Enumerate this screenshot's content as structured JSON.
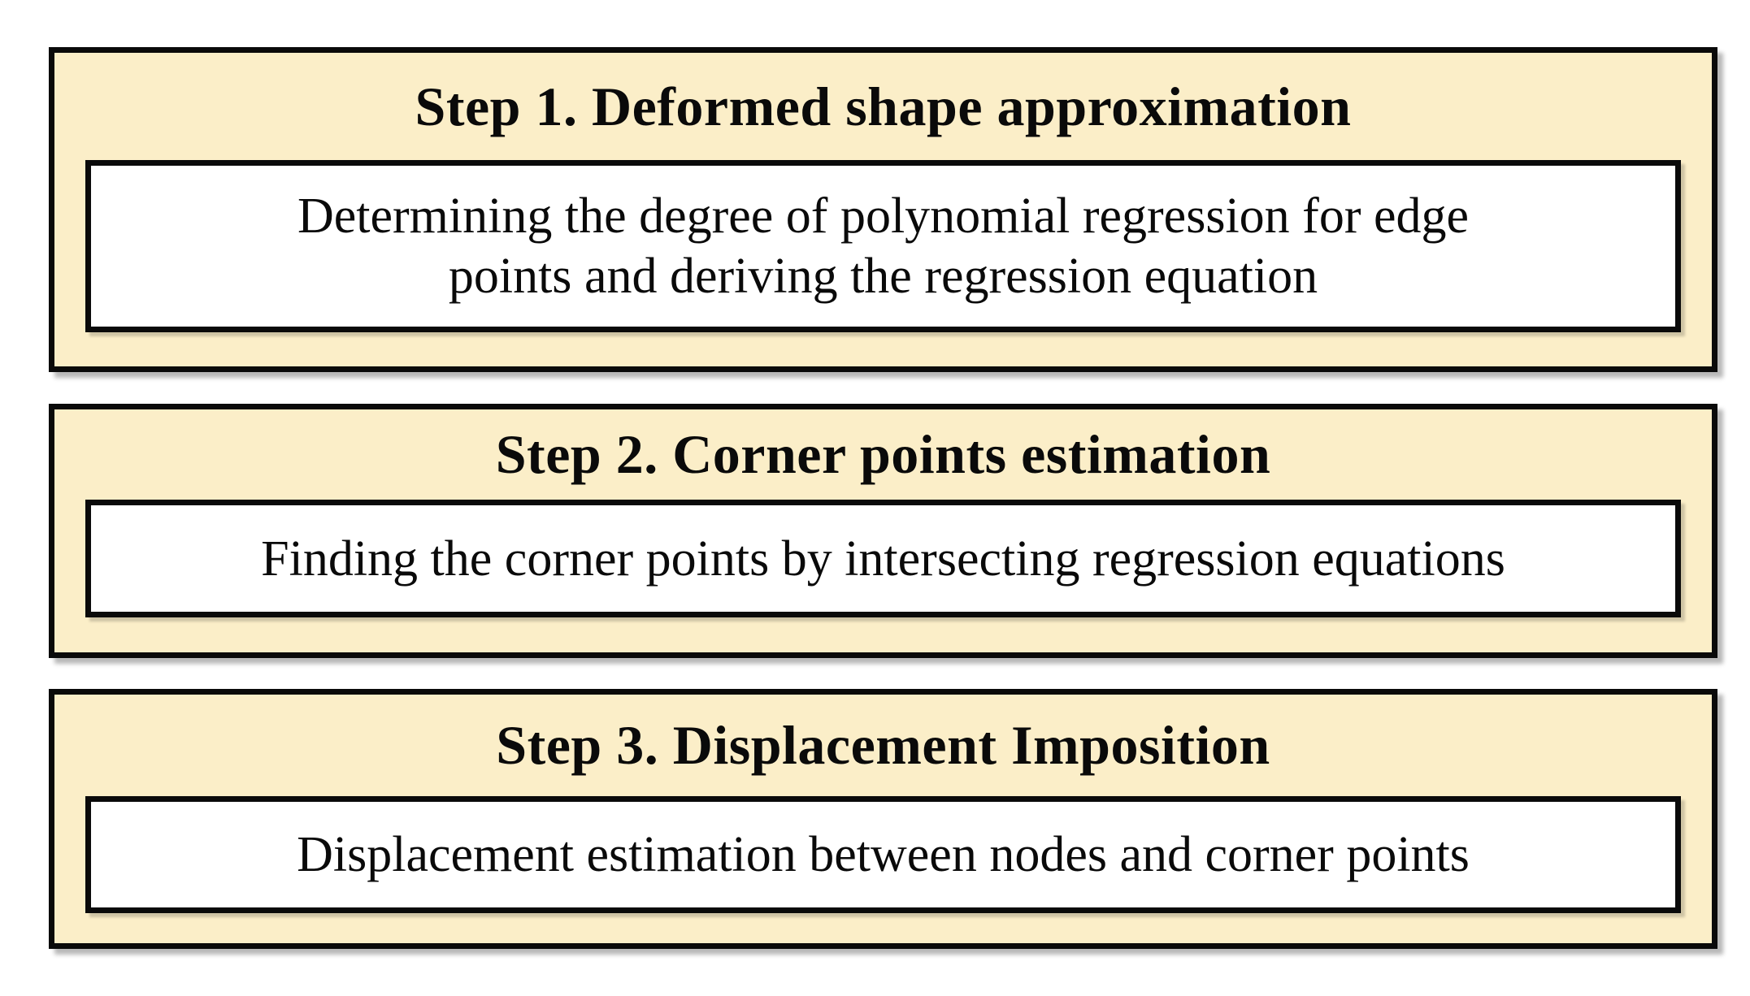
{
  "diagram": {
    "background_color": "#ffffff",
    "box_fill_color": "#fbeec8",
    "box_border_color": "#0a0a0a",
    "inner_box_fill_color": "#ffffff",
    "text_color": "#0a0a0a",
    "steps": [
      {
        "title": "Step 1. Deformed shape approximation",
        "description": "Determining the degree of polynomial regression for edge\npoints and deriving the regression equation"
      },
      {
        "title": "Step 2. Corner points estimation",
        "description": "Finding the corner points by intersecting regression equations"
      },
      {
        "title": "Step 3. Displacement Imposition",
        "description": "Displacement estimation between nodes and corner points"
      }
    ]
  }
}
